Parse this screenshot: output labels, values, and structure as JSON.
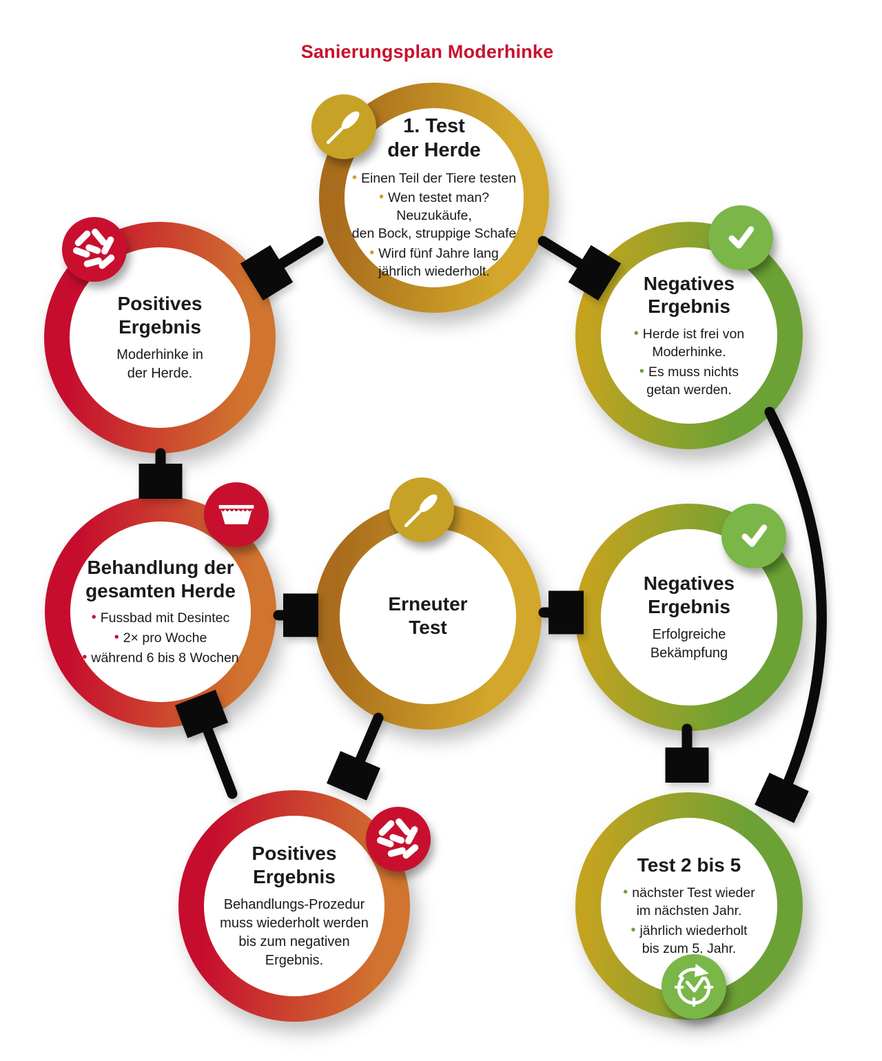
{
  "title": "Sanierungsplan Moderhinke",
  "colors": {
    "title_red": "#c8102e",
    "ring_red_start": "#c60d2e",
    "ring_red_end": "#d0742f",
    "ring_gold_start": "#a96c1c",
    "ring_gold_end": "#d2a72b",
    "ring_green_start": "#c4a31f",
    "ring_green_end": "#6ba135",
    "badge_red": "#c8102e",
    "badge_gold": "#c7a227",
    "badge_green": "#7ab648",
    "bullet_gold": "#c7a227",
    "bullet_green": "#6ba135",
    "bullet_red": "#c8102e",
    "arrow_black": "#0a0a0a"
  },
  "nodes": [
    {
      "id": "first-test",
      "theme": "gold",
      "badge_icon": "swab-icon",
      "heading": "1. Test\nder Herde",
      "bullets": [
        "Einen Teil der Tiere testen",
        "Wen testet man? Neuzukäufe,\nden Bock, struppige Schafe",
        "Wird fünf Jahre lang\njährlich wiederholt."
      ]
    },
    {
      "id": "positive-result-1",
      "theme": "red",
      "badge_icon": "bacteria-icon",
      "heading": "Positives\nErgebnis",
      "body": "Moderhinke in\nder Herde."
    },
    {
      "id": "negative-result-1",
      "theme": "green",
      "badge_icon": "check-icon",
      "heading": "Negatives\nErgebnis",
      "bullets": [
        "Herde ist frei von\nModerhinke.",
        "Es muss nichts\ngetan werden."
      ]
    },
    {
      "id": "treatment",
      "theme": "red",
      "badge_icon": "wash-tub-icon",
      "heading": "Behandlung der\ngesamten Herde",
      "bullets": [
        "Fussbad mit Desintec",
        "2× pro Woche",
        "während 6 bis 8 Wochen"
      ]
    },
    {
      "id": "retest",
      "theme": "gold",
      "badge_icon": "swab-icon",
      "heading": "Erneuter\nTest"
    },
    {
      "id": "negative-result-2",
      "theme": "green",
      "badge_icon": "check-icon",
      "heading": "Negatives\nErgebnis",
      "body": "Erfolgreiche\nBekämpfung"
    },
    {
      "id": "positive-result-2",
      "theme": "red",
      "badge_icon": "bacteria-icon",
      "heading": "Positives\nErgebnis",
      "body": "Behandlungs-Prozedur\nmuss wiederholt werden\nbis zum negativen\nErgebnis."
    },
    {
      "id": "test-2-to-5",
      "theme": "green",
      "badge_icon": "clock-repeat-icon",
      "heading": "Test 2 bis 5",
      "bullets": [
        "nächster Test wieder\nim nächsten Jahr.",
        "jährlich wiederholt\nbis zum 5. Jahr."
      ]
    }
  ],
  "edges": [
    "first-test → positive-result-1",
    "first-test → negative-result-1",
    "positive-result-1 → treatment",
    "treatment → retest",
    "retest → negative-result-2",
    "retest → positive-result-2",
    "positive-result-2 → treatment",
    "negative-result-2 → test-2-to-5",
    "negative-result-1 → test-2-to-5"
  ]
}
